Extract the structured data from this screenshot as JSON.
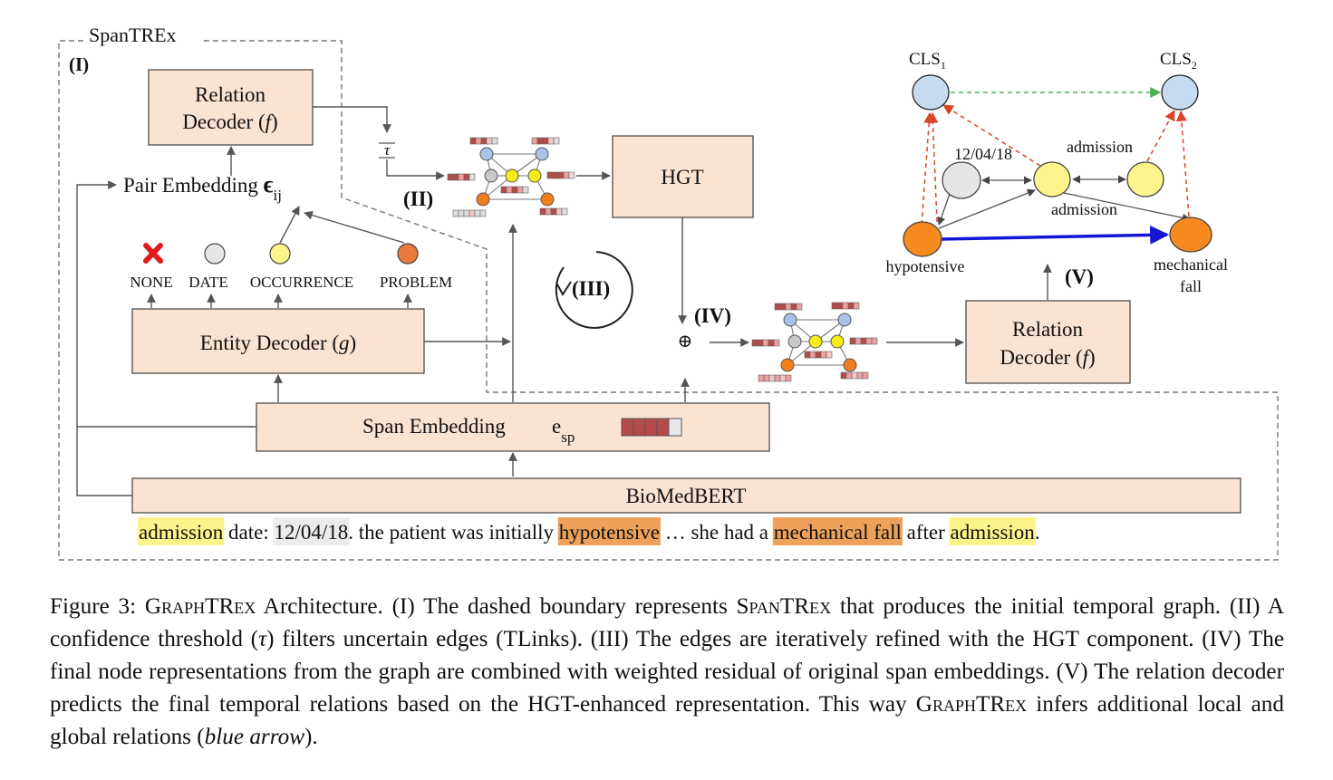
{
  "diagram": {
    "spantrex_label": "SpanTREx",
    "stages": {
      "i": "(I)",
      "ii": "(II)",
      "iii": "(III)",
      "iv": "(IV)",
      "v": "(V)"
    },
    "relation_decoder_top": {
      "line1": "Relation",
      "line2_pre": "Decoder (",
      "line2_var": "f",
      "line2_post": ")"
    },
    "pair_embedding": {
      "text": "Pair Embedding ",
      "sym": "ϵ",
      "sub": "ij"
    },
    "entity_types": [
      "NONE",
      "DATE",
      "OCCURRENCE",
      "PROBLEM"
    ],
    "entity_decoder": {
      "pre": "Entity Decoder (",
      "var": "g",
      "post": ")"
    },
    "span_embedding": {
      "text": "Span Embedding",
      "sym": "e",
      "sub": "sp"
    },
    "biomedbert": "BioMedBERT",
    "tau": "τ",
    "hgt": "HGT",
    "oplus": "⊕",
    "relation_decoder_right": {
      "line1": "Relation",
      "line2_pre": "Decoder (",
      "line2_var": "f",
      "line2_post": ")"
    },
    "graph": {
      "cls1": "CLS",
      "cls1_sub": "1",
      "cls2": "CLS",
      "cls2_sub": "2",
      "date": "12/04/18",
      "admission_top": "admission",
      "admission_mid": "admission",
      "hypotensive": "hypotensive",
      "mechanical_1": "mechanical",
      "mechanical_2": "fall"
    },
    "sentence": [
      {
        "text": "admission",
        "hl": "#fbf48a"
      },
      {
        "text": " date: ",
        "hl": ""
      },
      {
        "text": "12/04/18",
        "hl": "#ececec"
      },
      {
        "text": ". the patient was initially ",
        "hl": ""
      },
      {
        "text": "hypotensive",
        "hl": "#eea15a"
      },
      {
        "text": " … she had a ",
        "hl": ""
      },
      {
        "text": "mechanical fall",
        "hl": "#eea15a"
      },
      {
        "text": " after ",
        "hl": ""
      },
      {
        "text": "admission",
        "hl": "#fbf48a"
      },
      {
        "text": ".",
        "hl": ""
      }
    ],
    "colors": {
      "box_fill": "#fbe3d2",
      "node_blue": "#c6dbef",
      "node_gray": "#e6e6e6",
      "node_yellow": "#fbf58c",
      "node_orange": "#f68a1e",
      "edge_red": "#d9462b",
      "edge_green": "#4caf50",
      "edge_blue": "#1515d6",
      "cell_red": "#b54a4a"
    }
  },
  "caption": {
    "fig": "Figure 3: ",
    "graphtrex": "GraphTRex",
    "part1": " Architecture. (I) The dashed boundary represents ",
    "spantrex": "SpanTRex",
    "part2": " that produces the initial temporal graph. (II) A confidence threshold (",
    "tau": "τ",
    "part3": ") filters uncertain edges (TLinks). (III) The edges are iteratively refined with the HGT component. (IV) The final node representations from the graph are combined with weighted residual of original span embeddings. (V) The relation decoder predicts the final temporal relations based on the HGT-enhanced representation. This way ",
    "graphtrex2": "GraphTRex",
    "part4": " infers additional local and global relations (",
    "blue_arrow": "blue arrow",
    "part5": ")."
  }
}
